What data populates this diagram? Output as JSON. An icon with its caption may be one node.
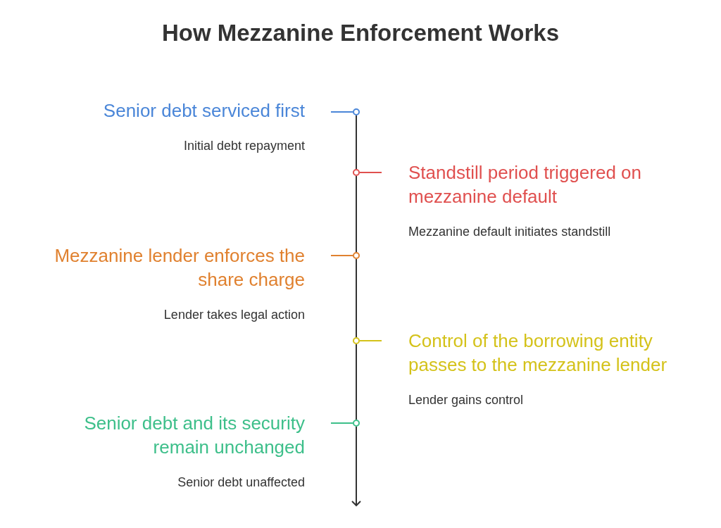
{
  "diagram": {
    "title": "How Mezzanine Enforcement Works",
    "nodes": [
      {
        "text": [
          "Senior debt serviced first",
          "Initial debt repayment"
        ]
      },
      {
        "text": [],
        "shape": "circle"
      },
      {
        "text": [
          "Standstill period triggered on mezzanine default",
          "Mezzanine default initiates standstill"
        ]
      },
      {
        "text": [],
        "shape": "circle"
      },
      {
        "text": [
          "Mezzanine lender enforces the share charge",
          "Lender takes legal action"
        ]
      },
      {
        "text": [],
        "shape": "circle"
      },
      {
        "text": [
          "Control of the borrowing entity passes to the mezzanine lender",
          "Lender gains control"
        ]
      },
      {
        "text": [],
        "shape": "circle"
      },
      {
        "text": [
          "Senior debt and its security remain unchanged",
          "Senior debt unaffected"
        ]
      },
      {
        "text": [],
        "shape": "circle"
      }
    ],
    "edges": [
      {
        "from": 0,
        "to": 1,
        "arrow": "none",
        "color": "#4a86d8"
      },
      {
        "from": 2,
        "to": 3,
        "arrow": "none",
        "color": "#e0504f"
      },
      {
        "from": 4,
        "to": 5,
        "arrow": "none",
        "color": "#e0812f"
      },
      {
        "from": 6,
        "to": 7,
        "arrow": "none",
        "color": "#d4c21a"
      },
      {
        "from": 8,
        "to": 9,
        "arrow": "none",
        "color": "#3dbf8a"
      },
      {
        "from": 1,
        "to": 3,
        "arrow": "none",
        "color": "#333333"
      },
      {
        "from": 3,
        "to": 5,
        "arrow": "none",
        "color": "#333333"
      },
      {
        "from": 5,
        "to": 7,
        "arrow": "none",
        "color": "#333333"
      },
      {
        "from": 7,
        "to": 9,
        "arrow": "none",
        "color": "#333333"
      },
      {
        "from": 9,
        "to": null,
        "arrow": "to",
        "color": "#333333"
      }
    ]
  }
}
